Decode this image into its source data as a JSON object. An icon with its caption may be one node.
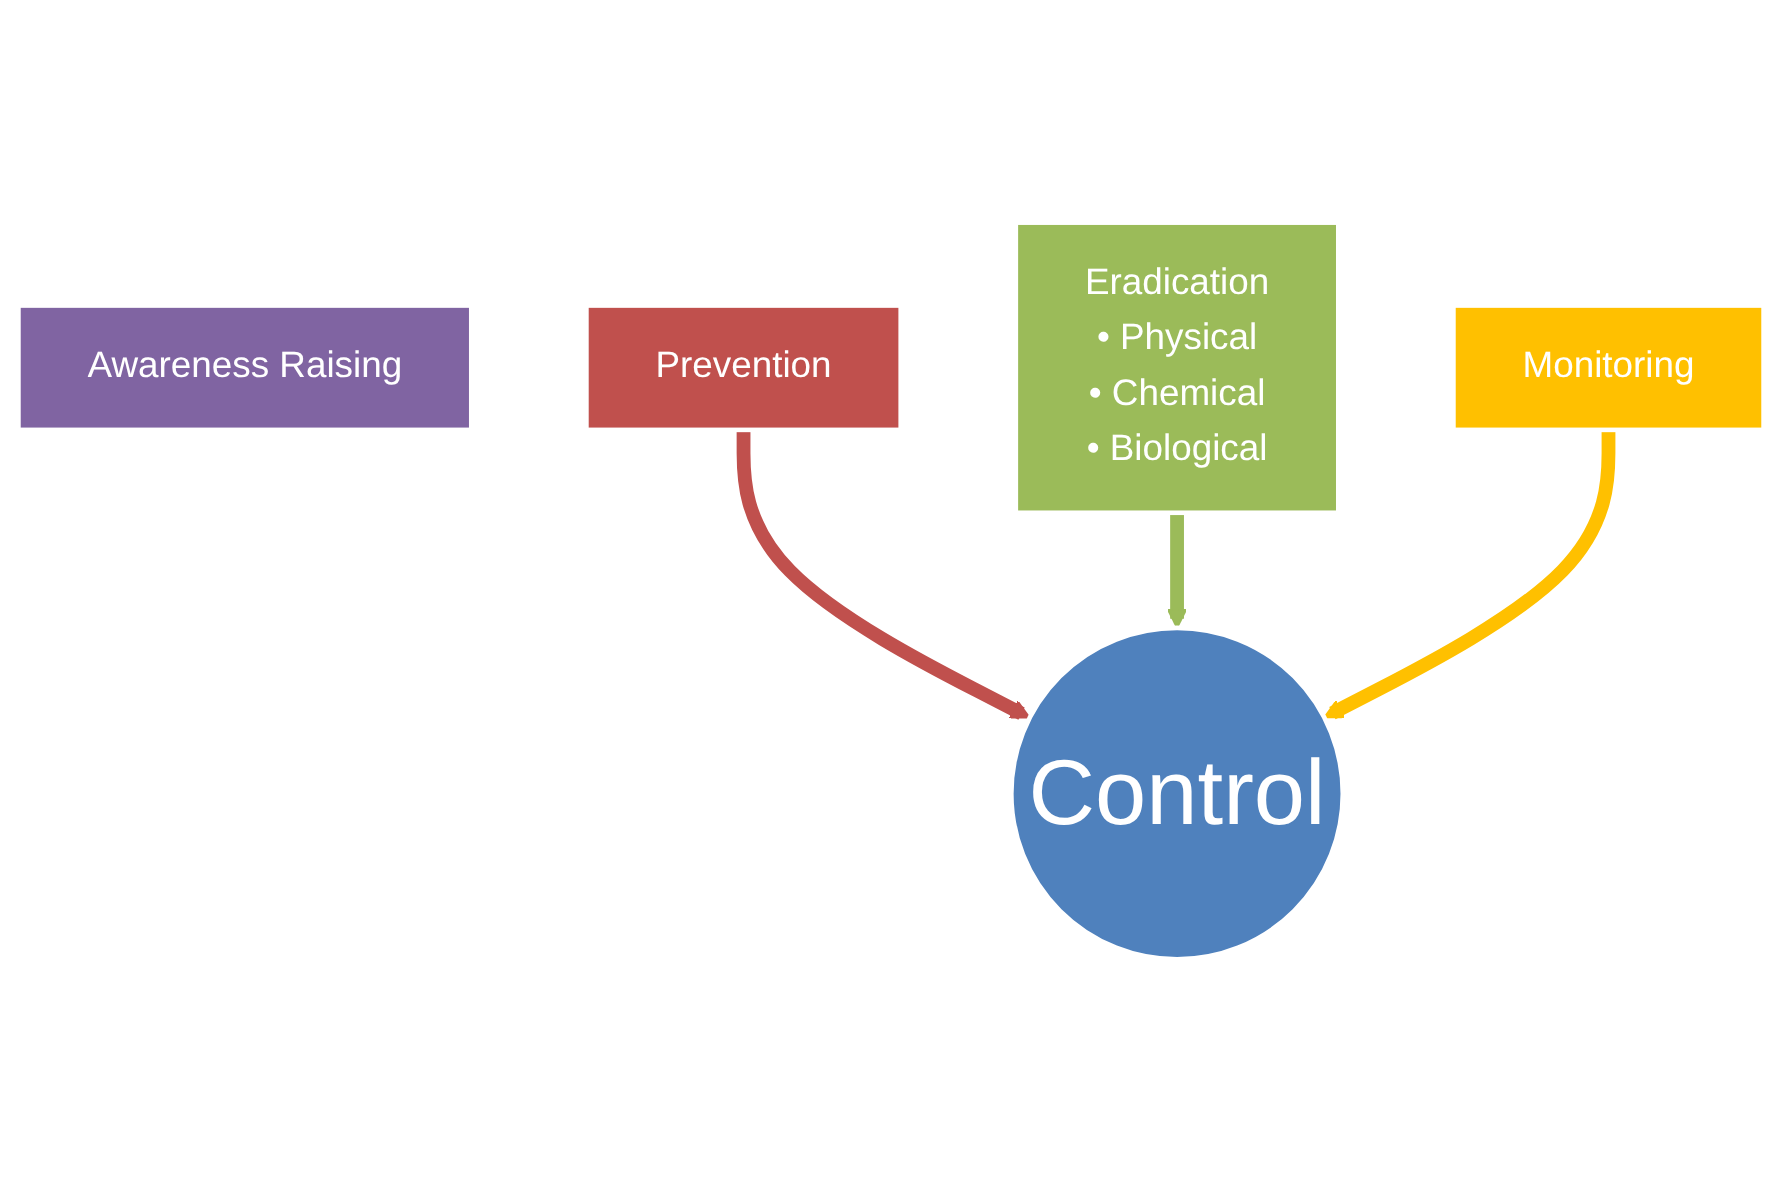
{
  "diagram": {
    "nodes": [
      {
        "text": [
          "Awareness Raising"
        ]
      },
      {
        "text": [
          "Prevention"
        ]
      },
      {
        "text": [
          "Eradication",
          "• Physical",
          "• Chemical",
          "• Biological"
        ]
      },
      {
        "text": [
          "Monitoring"
        ]
      },
      {
        "text": [
          "Control"
        ]
      }
    ],
    "edges": [
      {
        "from": 1,
        "to": 4,
        "arrow": "to",
        "color": "#c0504d"
      },
      {
        "from": 2,
        "to": 4,
        "arrow": "to",
        "color": "#9bbb59"
      },
      {
        "from": 3,
        "to": 4,
        "arrow": "to",
        "color": "#ffc000"
      }
    ]
  }
}
